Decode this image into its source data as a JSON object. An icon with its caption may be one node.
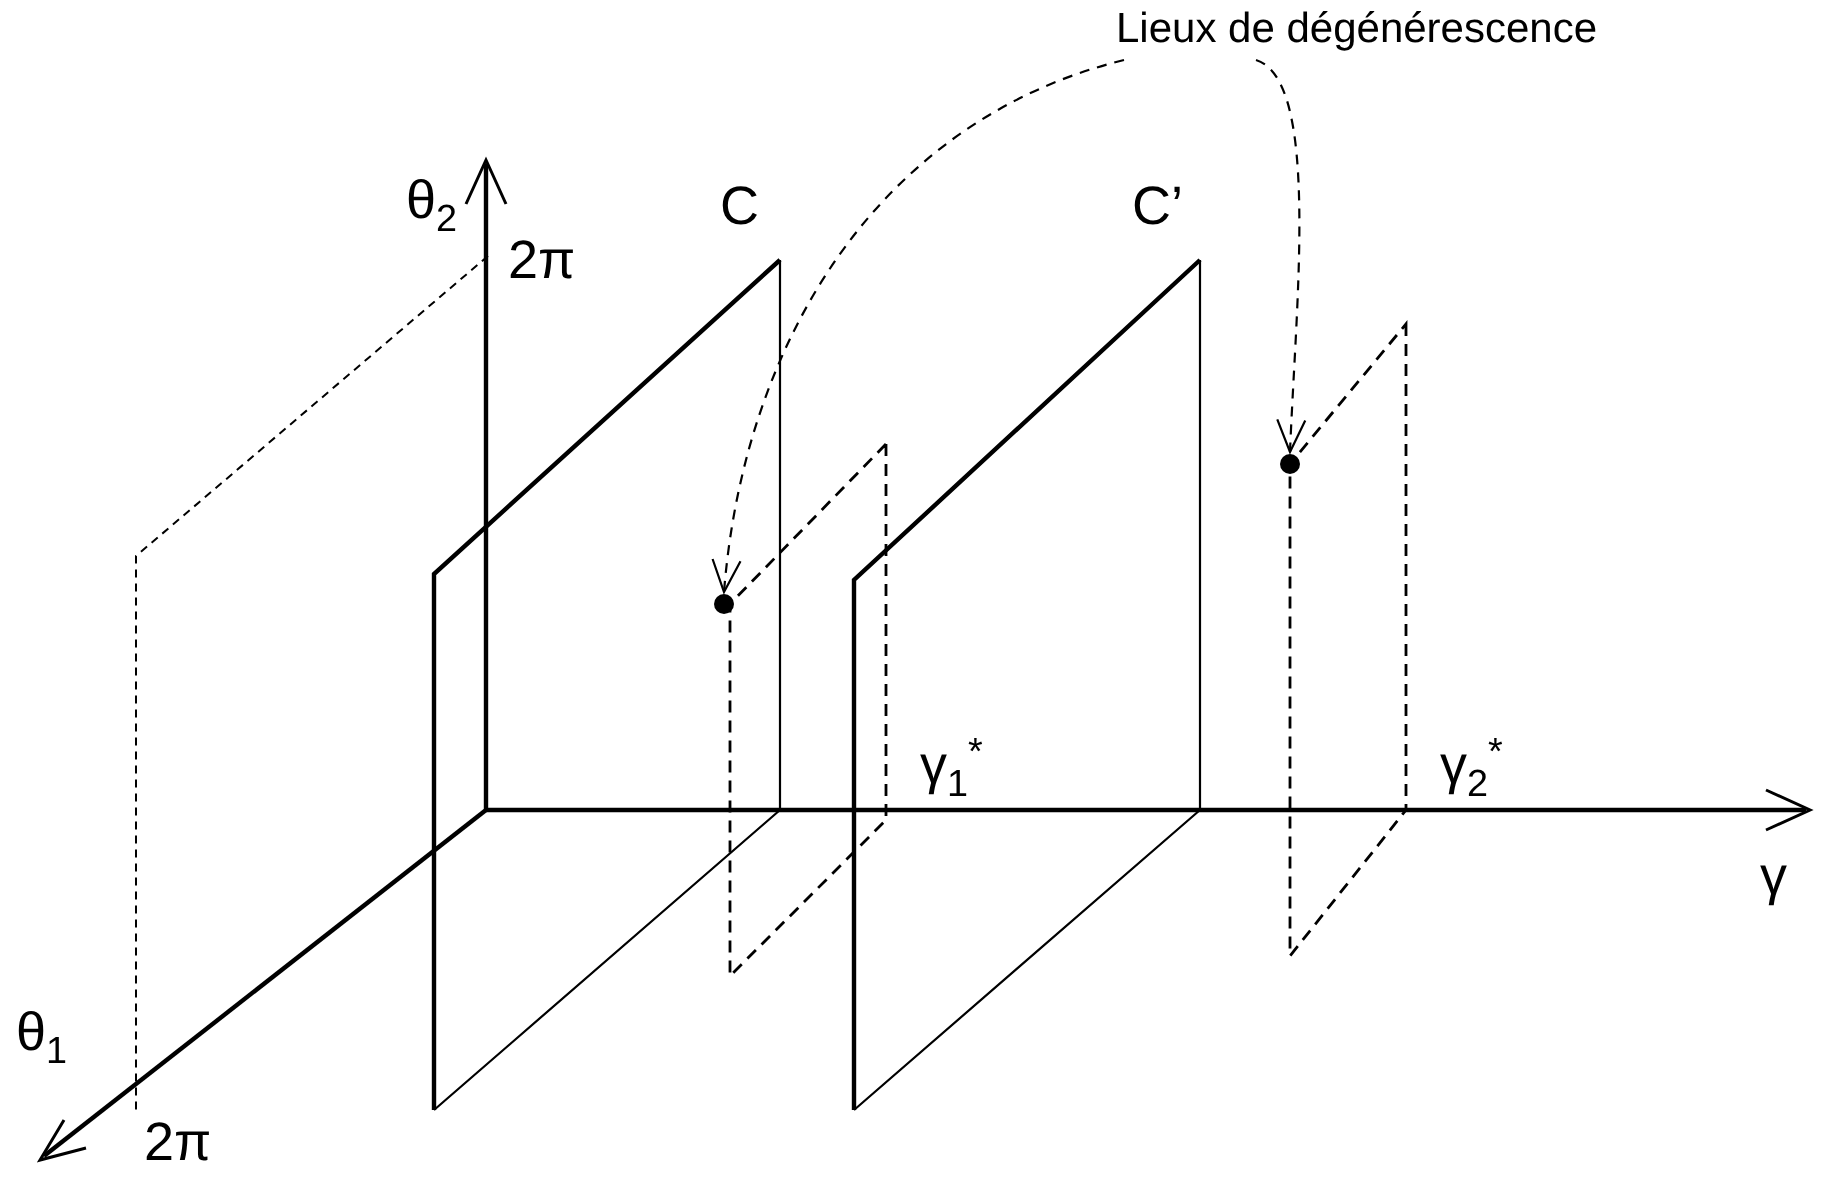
{
  "diagram": {
    "nodes": [
      {
        "text": [
          "Lieux de dégénérescence"
        ]
      },
      {
        "text": [],
        "shape": "circle"
      },
      {
        "text": [],
        "shape": "circle"
      }
    ],
    "edges": [
      {
        "from": 0,
        "to": 1,
        "arrow": "to",
        "style": "dashed"
      },
      {
        "from": 0,
        "to": 2,
        "arrow": "to",
        "style": "dashed"
      }
    ],
    "labels": [
      "θ$_{2}$",
      "2π",
      "C",
      "C’",
      "γ$_{1}$$^{*}$",
      "γ$_{2}$$^{*}$",
      "γ",
      "θ$_{1}$",
      "2π"
    ]
  }
}
